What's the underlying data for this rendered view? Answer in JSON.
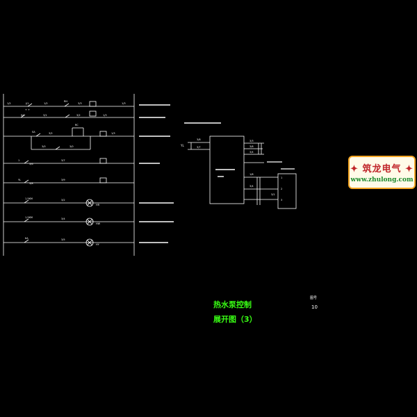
{
  "title": {
    "line1": "热水泵控制",
    "line2": "展开图（3）"
  },
  "sheet": {
    "label": "图号",
    "number": "10"
  },
  "logo": {
    "name": "筑龙电气",
    "url": "www.zhulong.com"
  },
  "colors": {
    "lines": "#ffffff",
    "title": "#39ff14",
    "logo_border": "#f5a623",
    "logo_text": "#c0262a",
    "logo_url": "#1a8a2a"
  }
}
